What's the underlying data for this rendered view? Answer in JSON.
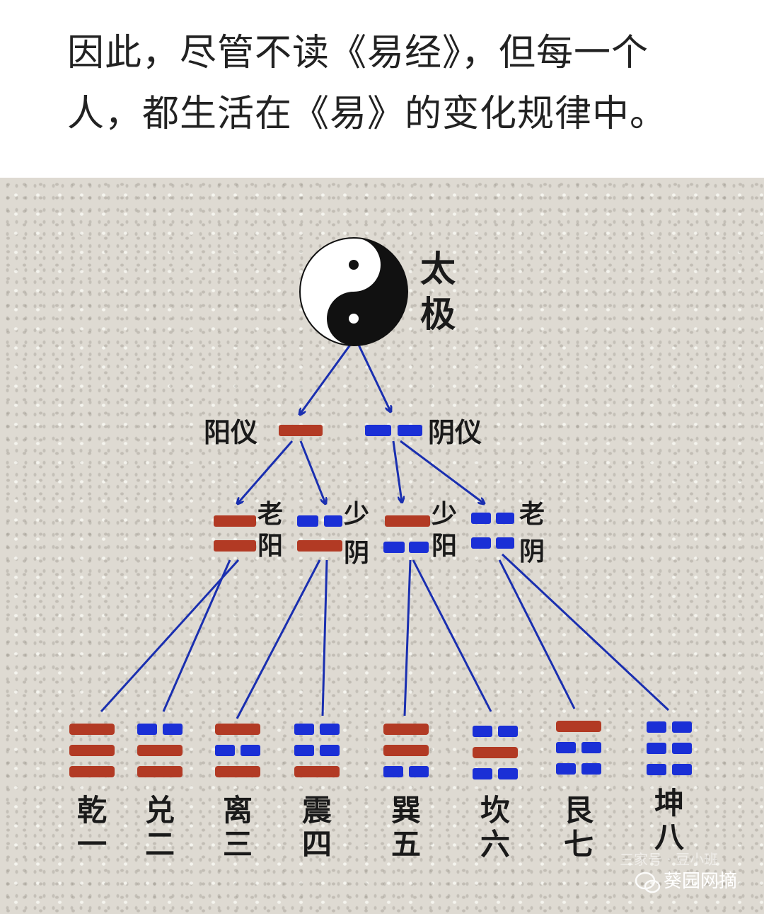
{
  "caption": "因此，尽管不读《易经》，但每一个人，都生活在《易》的变化规律中。",
  "colors": {
    "yang": "#b23a24",
    "yin": "#1a2fd6",
    "arrow": "#1a2fb0",
    "text": "#1a1a1a"
  },
  "taiji": {
    "label": [
      "太",
      "极"
    ]
  },
  "yi": [
    {
      "label": "阳仪",
      "lines": [
        "yang"
      ]
    },
    {
      "label": "阴仪",
      "lines": [
        "yin"
      ]
    }
  ],
  "xiang": [
    {
      "label": [
        "老",
        "阳"
      ],
      "lines": [
        "yang",
        "yang"
      ]
    },
    {
      "label": [
        "少",
        "阴"
      ],
      "lines": [
        "yin",
        "yang"
      ]
    },
    {
      "label": [
        "少",
        "阳"
      ],
      "lines": [
        "yang",
        "yin"
      ]
    },
    {
      "label": [
        "老",
        "阴"
      ],
      "lines": [
        "yin",
        "yin"
      ]
    }
  ],
  "gua": [
    {
      "name": "乾",
      "number": "一",
      "lines": [
        "yang",
        "yang",
        "yang"
      ]
    },
    {
      "name": "兑",
      "number": "二",
      "lines": [
        "yin",
        "yang",
        "yang"
      ]
    },
    {
      "name": "离",
      "number": "三",
      "lines": [
        "yang",
        "yin",
        "yang"
      ]
    },
    {
      "name": "震",
      "number": "四",
      "lines": [
        "yin",
        "yin",
        "yang"
      ]
    },
    {
      "name": "巽",
      "number": "五",
      "lines": [
        "yang",
        "yang",
        "yin"
      ]
    },
    {
      "name": "坎",
      "number": "六",
      "lines": [
        "yin",
        "yang",
        "yin"
      ]
    },
    {
      "name": "艮",
      "number": "七",
      "lines": [
        "yang",
        "yin",
        "yin"
      ]
    },
    {
      "name": "坤",
      "number": "八",
      "lines": [
        "yin",
        "yin",
        "yin"
      ]
    }
  ],
  "watermark": {
    "faint_text": "三家号 · 豆小班",
    "account": "葵园网摘",
    "icon": "wechat-icon"
  }
}
